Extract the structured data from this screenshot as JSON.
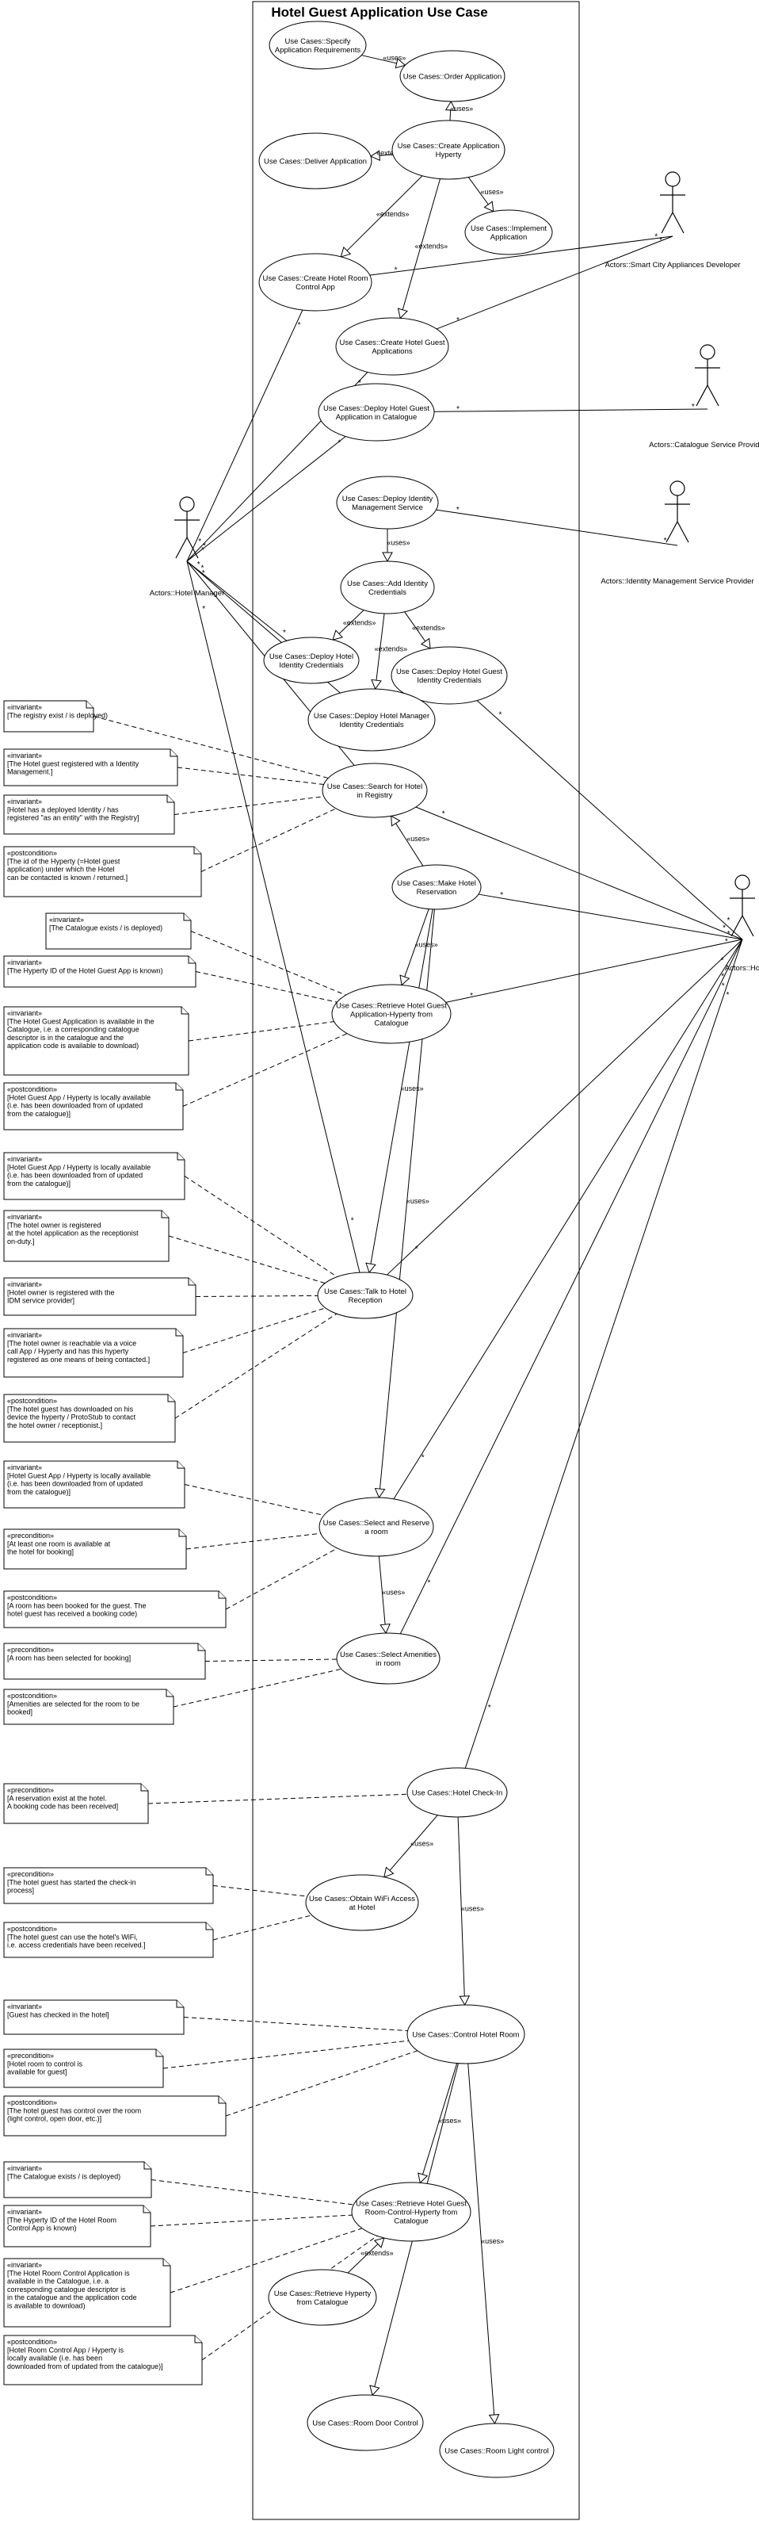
{
  "title": "Hotel Guest Application Use Case",
  "actors": [
    {
      "id": "smartcity",
      "label": "Actors::Smart City Appliances Developer"
    },
    {
      "id": "catalogue",
      "label": "Actors::Catalogue Service Provider"
    },
    {
      "id": "idm",
      "label": "Actors::Identity Management Service Provider"
    },
    {
      "id": "manager",
      "label": "Actors::Hotel Manager"
    },
    {
      "id": "guest",
      "label": "Actors::Hotel Guest"
    }
  ],
  "usecases": [
    {
      "id": "specify",
      "lines": [
        "Use Cases::Specify",
        "Application Requirements"
      ]
    },
    {
      "id": "order",
      "lines": [
        "Use Cases::Order Application"
      ]
    },
    {
      "id": "deliver",
      "lines": [
        "Use Cases::Deliver Application"
      ]
    },
    {
      "id": "createhyp",
      "lines": [
        "Use Cases::Create Application",
        "Hyperty"
      ]
    },
    {
      "id": "implement",
      "lines": [
        "Use Cases::Implement",
        "Application"
      ]
    },
    {
      "id": "createroom",
      "lines": [
        "Use Cases::Create Hotel Room",
        "Control App"
      ]
    },
    {
      "id": "createguest",
      "lines": [
        "Use Cases::Create Hotel Guest",
        "Applications"
      ]
    },
    {
      "id": "deploycat",
      "lines": [
        "Use Cases::Deploy Hotel Guest",
        "Application in Catalogue"
      ]
    },
    {
      "id": "deployidm",
      "lines": [
        "Use Cases::Deploy Identity",
        "Management Service"
      ]
    },
    {
      "id": "addid",
      "lines": [
        "Use Cases::Add Identity",
        "Credentials"
      ]
    },
    {
      "id": "deployhotelid",
      "lines": [
        "Use Cases::Deploy Hotel",
        "Identity Credentials"
      ]
    },
    {
      "id": "deployguestid",
      "lines": [
        "Use Cases::Deploy Hotel Guest",
        "Identity Credentials"
      ]
    },
    {
      "id": "deploymgrid",
      "lines": [
        "Use Cases::Deploy Hotel Manager",
        "Identity Credentials"
      ]
    },
    {
      "id": "search",
      "lines": [
        "Use Cases::Search for Hotel",
        "in Registry"
      ]
    },
    {
      "id": "makeres",
      "lines": [
        "Use Cases::Make Hotel",
        "Reservation"
      ]
    },
    {
      "id": "retrieveguest",
      "lines": [
        "Use Cases::Retrieve Hotel Guest",
        "Application-Hyperty from",
        "Catalogue"
      ]
    },
    {
      "id": "talk",
      "lines": [
        "Use Cases::Talk to Hotel",
        "Reception"
      ]
    },
    {
      "id": "selectroom",
      "lines": [
        "Use Cases::Select and Reserve",
        "a room"
      ]
    },
    {
      "id": "amenities",
      "lines": [
        "Use Cases::Select Amenities",
        "in room"
      ]
    },
    {
      "id": "checkin",
      "lines": [
        "Use Cases::Hotel Check-In"
      ]
    },
    {
      "id": "wifi",
      "lines": [
        "Use Cases::Obtain WiFi Access",
        "at Hotel"
      ]
    },
    {
      "id": "control",
      "lines": [
        "Use Cases::Control Hotel Room"
      ]
    },
    {
      "id": "retrieveroom",
      "lines": [
        "Use Cases::Retrieve Hotel Guest",
        "Room-Control-Hyperty from",
        "Catalogue"
      ]
    },
    {
      "id": "retrievehyp",
      "lines": [
        "Use Cases::Retrieve Hyperty",
        "from Catalogue"
      ]
    },
    {
      "id": "door",
      "lines": [
        "Use Cases::Room Door Control"
      ]
    },
    {
      "id": "light",
      "lines": [
        "Use Cases::Room Light control"
      ]
    }
  ],
  "notes": [
    {
      "id": "n1",
      "lines": [
        "«invariant»",
        "[The registry exist / is deployed)"
      ]
    },
    {
      "id": "n2",
      "lines": [
        "«invariant»",
        "[The Hotel guest registered with a Identity",
        "Management.]"
      ]
    },
    {
      "id": "n3",
      "lines": [
        "«invariant»",
        "[Hotel has a deployed Identity / has",
        "registered \"as an entity\" with the Registry]"
      ]
    },
    {
      "id": "n4",
      "lines": [
        "«postcondition»",
        "[The id of the Hyperty (=Hotel guest",
        "application) under which the Hotel",
        "can be contacted is known / returned.]"
      ]
    },
    {
      "id": "n5",
      "lines": [
        "«invariant»",
        "[The Catalogue exists / is deployed)"
      ]
    },
    {
      "id": "n6",
      "lines": [
        "«invariant»",
        "[The Hyperty ID of the Hotel Guest App is known)"
      ]
    },
    {
      "id": "n7",
      "lines": [
        "«invariant»",
        "[The Hotel Guest Application is available in the",
        "Catalogue, i.e. a corresponding catalogue",
        "descriptor is in the catalogue and the",
        "application code is available to download)"
      ]
    },
    {
      "id": "n8",
      "lines": [
        "«postcondition»",
        "[Hotel Guest App / Hyperty is locally available",
        "(i.e. has been downloaded from of updated",
        "from the catalogue)]"
      ]
    },
    {
      "id": "n9",
      "lines": [
        "«invariant»",
        "[Hotel Guest App / Hyperty is locally available",
        "(i.e. has been downloaded from of updated",
        "from the catalogue)]"
      ]
    },
    {
      "id": "n10",
      "lines": [
        "«invariant»",
        "[The hotel owner is registered",
        "at the hotel application as the receptionist",
        "on-duty.]"
      ]
    },
    {
      "id": "n11",
      "lines": [
        "«invariant»",
        "[Hotel owner is registered with the",
        "IDM service provider]"
      ]
    },
    {
      "id": "n12",
      "lines": [
        "«invariant»",
        "[The hotel owner is reachable via a voice",
        "call App / Hyperty and has this hyperty",
        "registered as one means of being contacted.]"
      ]
    },
    {
      "id": "n13",
      "lines": [
        "«postcondition»",
        "[The hotel guest has downloaded on his",
        "device the hyperty / ProtoStub to contact",
        "the hotel owner / receptionist.]"
      ]
    },
    {
      "id": "n14",
      "lines": [
        "«invariant»",
        "[Hotel Guest App / Hyperty is locally available",
        "(i.e. has been downloaded from of updated",
        "from the catalogue)]"
      ]
    },
    {
      "id": "n15",
      "lines": [
        "«precondition»",
        "[At least one room is available at",
        "the hotel for booking]"
      ]
    },
    {
      "id": "n16",
      "lines": [
        "«postcondition»",
        "[A room has been booked for the guest.  The",
        "hotel guest has received a booking code)"
      ]
    },
    {
      "id": "n17",
      "lines": [
        "«precondition»",
        "[A room has been selected for booking]"
      ]
    },
    {
      "id": "n18",
      "lines": [
        "«postcondition»",
        "[Amenities are selected for the room to be",
        "booked]"
      ]
    },
    {
      "id": "n19",
      "lines": [
        "«precondition»",
        "[A reservation exist at the hotel.",
        "A booking code has been received]"
      ]
    },
    {
      "id": "n20",
      "lines": [
        "«precondition»",
        "[The hotel guest has started the check-in",
        "process]"
      ]
    },
    {
      "id": "n21",
      "lines": [
        "«postcondition»",
        "[The hotel guest can use the hotel's WiFi,",
        "i.e. access credentials have been received.]"
      ]
    },
    {
      "id": "n22",
      "lines": [
        "«invariant»",
        "[Guest has checked in the hotel]"
      ]
    },
    {
      "id": "n23",
      "lines": [
        "«precondition»",
        "[Hotel room to control is",
        "available for guest]"
      ]
    },
    {
      "id": "n24",
      "lines": [
        "«postcondition»",
        "[The hotel guest has control over the room",
        "(light control, open door, etc.)]"
      ]
    },
    {
      "id": "n25",
      "lines": [
        "«invariant»",
        "[The Catalogue exists / is deployed)"
      ]
    },
    {
      "id": "n26",
      "lines": [
        "«invariant»",
        "[The Hyperty ID of the Hotel Room",
        "Control App is known)"
      ]
    },
    {
      "id": "n27",
      "lines": [
        "«invariant»",
        "[The Hotel Room Control Application is",
        "available in the Catalogue, i.e. a",
        "corresponding catalogue descriptor is",
        "in the catalogue and the application code",
        "is available to download)"
      ]
    },
    {
      "id": "n28",
      "lines": [
        "«postcondition»",
        "[Hotel Room Control App / Hyperty is",
        "locally available  (i.e. has been",
        "downloaded from of updated from the catalogue)]"
      ]
    }
  ],
  "labels": {
    "uses": "«uses»",
    "extends": "«extends»",
    "mult": "*"
  }
}
